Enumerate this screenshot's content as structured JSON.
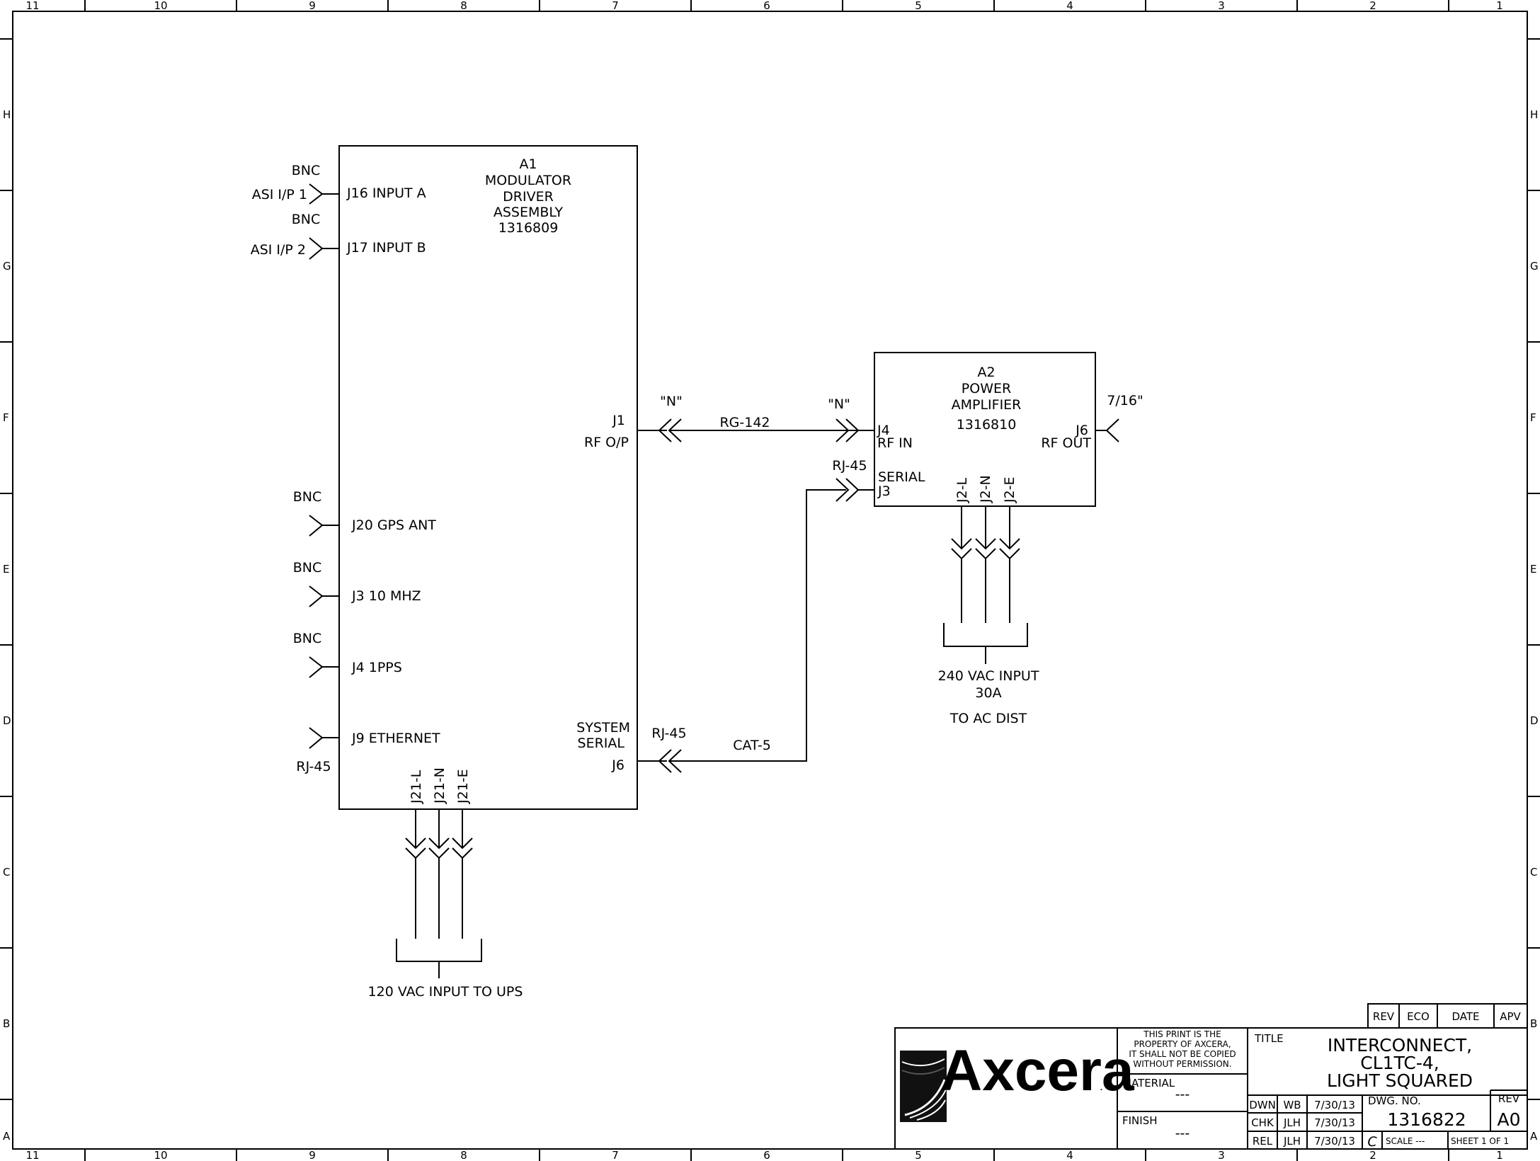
{
  "border": {
    "top_numbers": [
      "11",
      "10",
      "9",
      "8",
      "7",
      "6",
      "5",
      "4",
      "3",
      "2",
      "1"
    ],
    "bottom_numbers": [
      "11",
      "10",
      "9",
      "8",
      "7",
      "6",
      "5",
      "4",
      "3",
      "2",
      "1"
    ],
    "side_letters": [
      "H",
      "G",
      "F",
      "E",
      "D",
      "C",
      "B",
      "A"
    ]
  },
  "a1": {
    "lines": [
      "A1",
      "MODULATOR",
      "DRIVER",
      "ASSEMBLY",
      "1316809"
    ],
    "j16": "J16  INPUT A",
    "j17": "J17  INPUT B",
    "j1": "J1",
    "rf_op": "RF O/P",
    "j20": "J20 GPS ANT",
    "j3": "J3  10 MHZ",
    "j4": "J4  1PPS",
    "j9": "J9  ETHERNET",
    "system": "SYSTEM",
    "serial": "SERIAL",
    "j6": "J6",
    "power_pins": [
      "J21-L",
      "J21-N",
      "J21-E"
    ]
  },
  "a2": {
    "lines": [
      "A2",
      "POWER",
      "AMPLIFIER",
      "1316810"
    ],
    "j4": "J4",
    "rf_in": "RF IN",
    "j6": "J6",
    "rf_out": "RF OUT",
    "serial": "SERIAL",
    "j3": "J3",
    "power_pins": [
      "J2-L",
      "J2-N",
      "J2-E"
    ]
  },
  "external": {
    "bnc": "BNC",
    "asi1": "ASI  I/P 1",
    "asi2": "ASI  I/P 2",
    "rj45": "RJ-45",
    "n_conn": "\"N\"",
    "rg142": "RG-142",
    "cat5": "CAT-5",
    "seven16": "7/16\"",
    "ac240_1": "240 VAC INPUT",
    "ac240_2": "30A",
    "ac240_3": "TO AC DIST",
    "ac120": "120 VAC INPUT TO UPS"
  },
  "title_block": {
    "rev_headers": [
      "REV",
      "ECO",
      "DATE",
      "APV"
    ],
    "property_notice": [
      "THIS PRINT IS THE",
      "PROPERTY OF AXCERA,",
      "IT SHALL NOT BE COPIED",
      "WITHOUT PERMISSION."
    ],
    "material_label": "MATERIAL",
    "material_value": "---",
    "finish_label": "FINISH",
    "finish_value": "---",
    "title_label": "TITLE",
    "title_lines": [
      "INTERCONNECT,",
      "CL1TC-4,",
      "LIGHT SQUARED"
    ],
    "company": "Axcera",
    "company_dot": ".",
    "sign_rows": [
      {
        "role": "DWN",
        "initials": "WB",
        "date": "7/30/13"
      },
      {
        "role": "CHK",
        "initials": "JLH",
        "date": "7/30/13"
      },
      {
        "role": "REL",
        "initials": "JLH",
        "date": "7/30/13"
      }
    ],
    "dwg_label": "DWG. NO.",
    "dwg_no": "1316822",
    "rev_label": "REV",
    "rev_value": "A0",
    "size": "C",
    "scale_label": "SCALE ---",
    "sheet": "SHEET  1 OF 1"
  }
}
